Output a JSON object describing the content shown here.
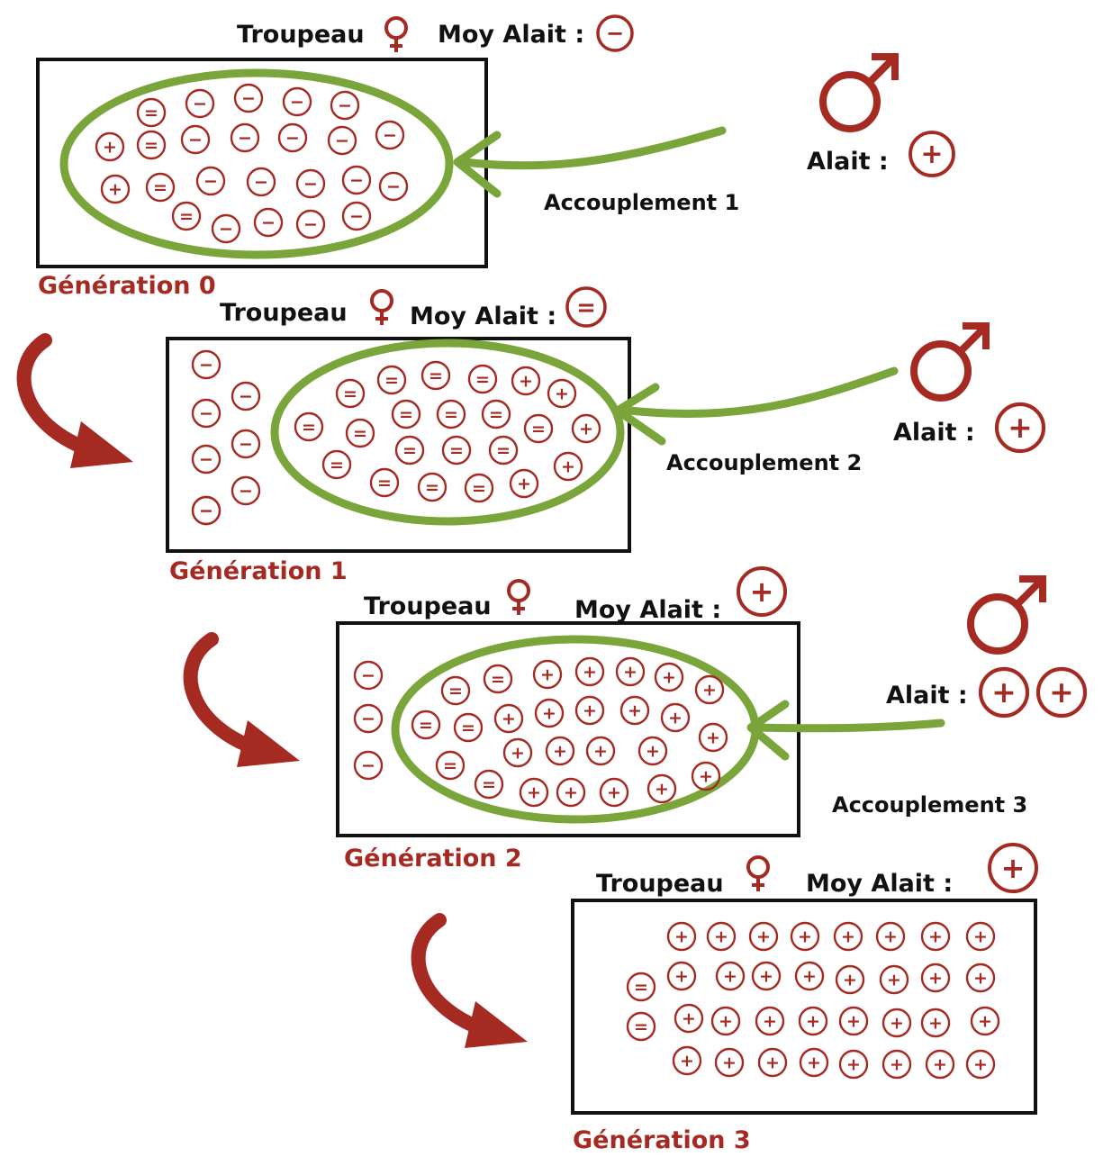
{
  "colors": {
    "red": "#a52a22",
    "green": "#7aa53a",
    "ink": "#111111"
  },
  "symbols": {
    "minus": "−",
    "equal": "=",
    "plus": "+"
  },
  "generations": [
    {
      "id": "gen0",
      "label": "Génération 0",
      "troupeau_label": "Troupeau",
      "moy_label": "Moy Alait :",
      "moy_value": "-",
      "male_alait_label": "Alait :",
      "male_alait_values": [
        "+"
      ],
      "mating_label": "Accouplement 1",
      "individuals": [
        {
          "s": "=",
          "in": true
        },
        {
          "s": "-",
          "in": true
        },
        {
          "s": "-",
          "in": true
        },
        {
          "s": "-",
          "in": true
        },
        {
          "s": "-",
          "in": true
        },
        {
          "s": "+",
          "in": true
        },
        {
          "s": "=",
          "in": true
        },
        {
          "s": "-",
          "in": true
        },
        {
          "s": "-",
          "in": true
        },
        {
          "s": "-",
          "in": true
        },
        {
          "s": "-",
          "in": true
        },
        {
          "s": "-",
          "in": true
        },
        {
          "s": "+",
          "in": true
        },
        {
          "s": "=",
          "in": true
        },
        {
          "s": "-",
          "in": true
        },
        {
          "s": "-",
          "in": true
        },
        {
          "s": "-",
          "in": true
        },
        {
          "s": "-",
          "in": true
        },
        {
          "s": "-",
          "in": true
        },
        {
          "s": "=",
          "in": true
        },
        {
          "s": "-",
          "in": true
        },
        {
          "s": "-",
          "in": true
        },
        {
          "s": "-",
          "in": true
        },
        {
          "s": "-",
          "in": true
        }
      ]
    },
    {
      "id": "gen1",
      "label": "Génération 1",
      "troupeau_label": "Troupeau",
      "moy_label": "Moy Alait :",
      "moy_value": "=",
      "male_alait_label": "Alait :",
      "male_alait_values": [
        "+"
      ],
      "mating_label": "Accouplement 2",
      "individuals": [
        {
          "s": "-",
          "in": false
        },
        {
          "s": "-",
          "in": false
        },
        {
          "s": "-",
          "in": false
        },
        {
          "s": "-",
          "in": false
        },
        {
          "s": "-",
          "in": false
        },
        {
          "s": "-",
          "in": false
        },
        {
          "s": "-",
          "in": false
        },
        {
          "s": "-",
          "in": false
        },
        {
          "s": "=",
          "in": true
        },
        {
          "s": "=",
          "in": true
        },
        {
          "s": "=",
          "in": true
        },
        {
          "s": "=",
          "in": true
        },
        {
          "s": "+",
          "in": true
        },
        {
          "s": "+",
          "in": true
        },
        {
          "s": "=",
          "in": true
        },
        {
          "s": "=",
          "in": true
        },
        {
          "s": "=",
          "in": true
        },
        {
          "s": "=",
          "in": true
        },
        {
          "s": "=",
          "in": true
        },
        {
          "s": "=",
          "in": true
        },
        {
          "s": "+",
          "in": true
        },
        {
          "s": "=",
          "in": true
        },
        {
          "s": "=",
          "in": true
        },
        {
          "s": "=",
          "in": true
        },
        {
          "s": "=",
          "in": true
        },
        {
          "s": "+",
          "in": true
        },
        {
          "s": "=",
          "in": true
        },
        {
          "s": "=",
          "in": true
        },
        {
          "s": "=",
          "in": true
        },
        {
          "s": "+",
          "in": true
        }
      ]
    },
    {
      "id": "gen2",
      "label": "Génération  2",
      "troupeau_label": "Troupeau",
      "moy_label": "Moy Alait :",
      "moy_value": "+",
      "male_alait_label": "Alait :",
      "male_alait_values": [
        "+",
        "+"
      ],
      "mating_label": "Accouplement 3",
      "individuals": [
        {
          "s": "-",
          "in": false
        },
        {
          "s": "-",
          "in": false
        },
        {
          "s": "-",
          "in": false
        },
        {
          "s": "=",
          "in": true
        },
        {
          "s": "=",
          "in": true
        },
        {
          "s": "+",
          "in": true
        },
        {
          "s": "+",
          "in": true
        },
        {
          "s": "+",
          "in": true
        },
        {
          "s": "+",
          "in": true
        },
        {
          "s": "+",
          "in": true
        },
        {
          "s": "=",
          "in": true
        },
        {
          "s": "=",
          "in": true
        },
        {
          "s": "+",
          "in": true
        },
        {
          "s": "+",
          "in": true
        },
        {
          "s": "+",
          "in": true
        },
        {
          "s": "+",
          "in": true
        },
        {
          "s": "+",
          "in": true
        },
        {
          "s": "+",
          "in": true
        },
        {
          "s": "=",
          "in": true
        },
        {
          "s": "+",
          "in": true
        },
        {
          "s": "+",
          "in": true
        },
        {
          "s": "+",
          "in": true
        },
        {
          "s": "+",
          "in": true
        },
        {
          "s": "+",
          "in": true
        },
        {
          "s": "=",
          "in": true
        },
        {
          "s": "+",
          "in": true
        },
        {
          "s": "+",
          "in": true
        },
        {
          "s": "+",
          "in": true
        },
        {
          "s": "+",
          "in": true
        },
        {
          "s": "+",
          "in": true
        }
      ]
    },
    {
      "id": "gen3",
      "label": "Génération  3",
      "troupeau_label": "Troupeau",
      "moy_label": "Moy Alait :",
      "moy_value": "+",
      "male_alait_label": "",
      "male_alait_values": [],
      "mating_label": "",
      "individuals": [
        {
          "s": "=",
          "in": false
        },
        {
          "s": "=",
          "in": false
        },
        {
          "s": "+",
          "in": false
        },
        {
          "s": "+",
          "in": false
        },
        {
          "s": "+",
          "in": false
        },
        {
          "s": "+",
          "in": false
        },
        {
          "s": "+",
          "in": false
        },
        {
          "s": "+",
          "in": false
        },
        {
          "s": "+",
          "in": false
        },
        {
          "s": "+",
          "in": false
        },
        {
          "s": "+",
          "in": false
        },
        {
          "s": "+",
          "in": false
        },
        {
          "s": "+",
          "in": false
        },
        {
          "s": "+",
          "in": false
        },
        {
          "s": "+",
          "in": false
        },
        {
          "s": "+",
          "in": false
        },
        {
          "s": "+",
          "in": false
        },
        {
          "s": "+",
          "in": false
        },
        {
          "s": "+",
          "in": false
        },
        {
          "s": "+",
          "in": false
        },
        {
          "s": "+",
          "in": false
        },
        {
          "s": "+",
          "in": false
        },
        {
          "s": "+",
          "in": false
        },
        {
          "s": "+",
          "in": false
        },
        {
          "s": "+",
          "in": false
        },
        {
          "s": "+",
          "in": false
        },
        {
          "s": "+",
          "in": false
        },
        {
          "s": "+",
          "in": false
        },
        {
          "s": "+",
          "in": false
        },
        {
          "s": "+",
          "in": false
        },
        {
          "s": "+",
          "in": false
        },
        {
          "s": "+",
          "in": false
        },
        {
          "s": "+",
          "in": false
        },
        {
          "s": "+",
          "in": false
        }
      ]
    }
  ]
}
